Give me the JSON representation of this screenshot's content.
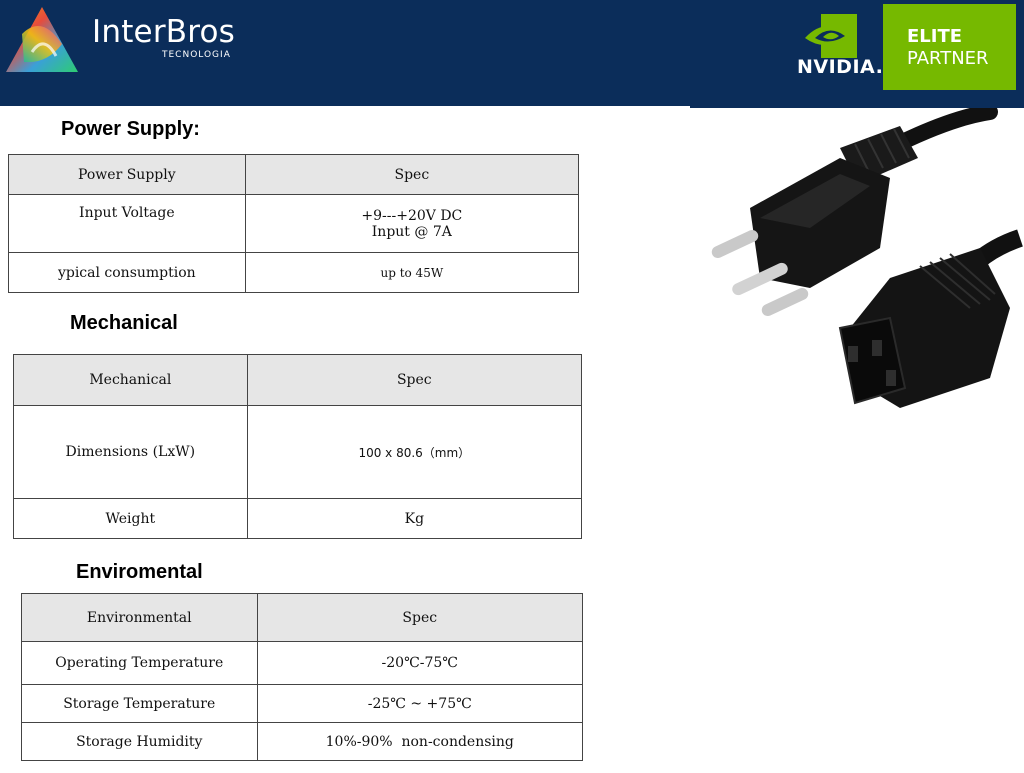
{
  "header": {
    "brand_name": "InterBros",
    "brand_sub": "TECNOLOGIA",
    "partner_logo": "NVIDIA.",
    "badge_line1": "ELITE",
    "badge_line2": "PARTNER",
    "colors": {
      "header_bg": "#0b2d5a",
      "nvidia_green": "#76b900"
    }
  },
  "power": {
    "title": "Power Supply:",
    "headers": [
      "Power Supply",
      "Spec"
    ],
    "rows": [
      {
        "label": "Input Voltage",
        "spec_l1": "+9---+20V DC",
        "spec_l2": "Input @ 7A"
      },
      {
        "label": "ypical consumption",
        "spec": "up to 45W"
      }
    ]
  },
  "mechanical": {
    "title": "Mechanical",
    "headers": [
      "Mechanical",
      "Spec"
    ],
    "rows": [
      {
        "label": "Dimensions (LxW)",
        "spec": "100 x 80.6（mm）"
      },
      {
        "label": "Weight",
        "spec": "Kg"
      }
    ]
  },
  "environmental": {
    "title": "Enviromental",
    "headers": [
      "Environmental",
      "Spec"
    ],
    "rows": [
      {
        "label": "Operating Temperature",
        "spec": "-20℃-75℃"
      },
      {
        "label": "Storage Temperature",
        "spec": "-25℃ ~ +75℃"
      },
      {
        "label": "Storage Humidity",
        "spec": "10%-90%  non-condensing"
      }
    ]
  }
}
